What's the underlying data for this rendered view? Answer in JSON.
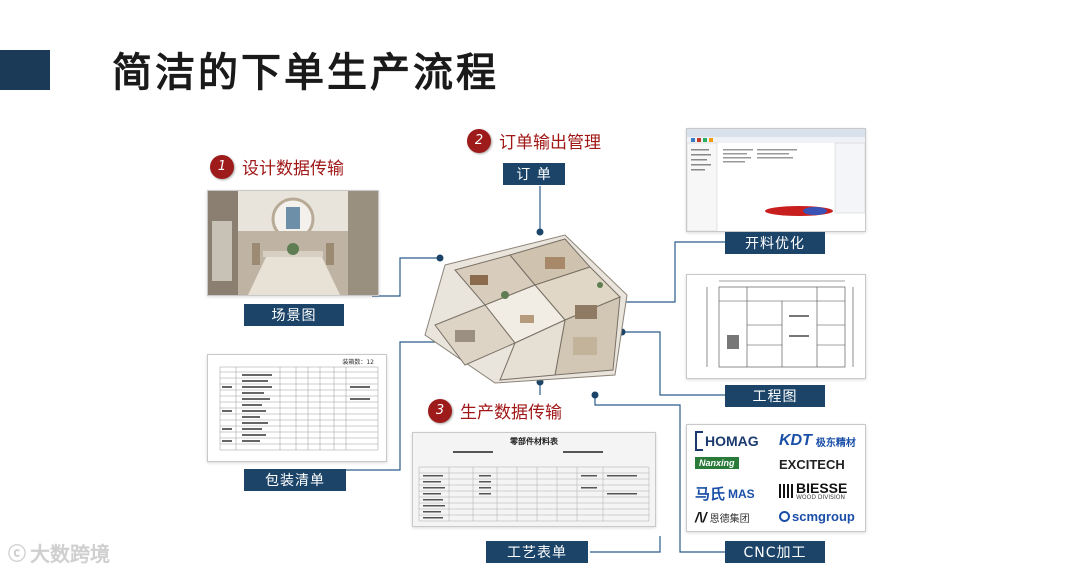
{
  "slide": {
    "title": "简洁的下单生产流程"
  },
  "steps": [
    {
      "num": "1",
      "text": "设计数据传输"
    },
    {
      "num": "2",
      "text": "订单输出管理"
    },
    {
      "num": "3",
      "text": "生产数据传输"
    }
  ],
  "labels": {
    "order": "订 单",
    "scene": "场景图",
    "packing": "包装清单",
    "process": "工艺表单",
    "cutting": "开料优化",
    "drawing": "工程图",
    "cnc": "CNC加工"
  },
  "packing_sheet": {
    "header_text": "装箱数：12"
  },
  "process_sheet": {
    "title": "零部件材料表"
  },
  "cnc_logos": {
    "homag": "HOMAG",
    "kdt": "KDT",
    "kdt_cn": "极东精材",
    "nanxing": "Nanxing",
    "excitech": "EXCITECH",
    "masi_cn": "马氏",
    "mas": "MAS",
    "biesse": "BIESSE",
    "biesse_sub": "WOOD DIVISION",
    "ende": "恩德集团",
    "scm": "scmgroup"
  },
  "watermark": {
    "text": "大数跨境"
  }
}
